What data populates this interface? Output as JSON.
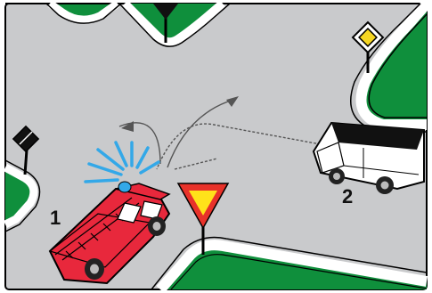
{
  "diagram": {
    "vehicles": [
      {
        "number": "1",
        "kind": "fire truck with flashing blue light"
      },
      {
        "number": "2",
        "kind": "white van"
      }
    ],
    "signs": [
      {
        "name": "yield-sign",
        "shape": "inverted triangle"
      },
      {
        "name": "priority-road-sign",
        "shape": "diamond"
      },
      {
        "name": "end-of-priority-sign",
        "shape": "diamond"
      },
      {
        "name": "top-sign",
        "shape": "diamond"
      }
    ],
    "colors": {
      "road": "#c9cacc",
      "grass": "#0f8f3c",
      "curb": "#ffffff",
      "fire_truck": "#e8283c",
      "siren_light": "#33a8e8",
      "yield_border": "#e8322a",
      "yield_fill": "#ffe21a",
      "priority_fill": "#f5d623",
      "path_line": "#555555"
    }
  }
}
